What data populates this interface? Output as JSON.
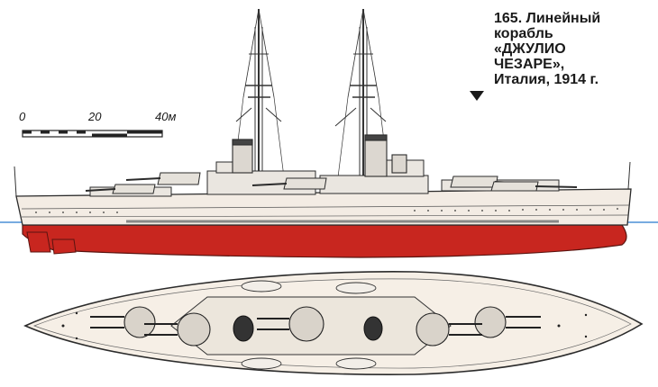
{
  "caption": {
    "line1": "165. Линейный",
    "line2": "корабль",
    "line3": "«ДЖУЛИО",
    "line4": "ЧЕЗАРЕ»,",
    "line5": "Италия, 1914 г."
  },
  "scale": {
    "label_0": "0",
    "label_20": "20",
    "label_40": "40м"
  },
  "colors": {
    "hull_red": "#c8261f",
    "hull_upper": "#f3ece4",
    "deck": "#f6efe6",
    "waterline": "#4a8fd6",
    "line": "#2b2b2b"
  }
}
